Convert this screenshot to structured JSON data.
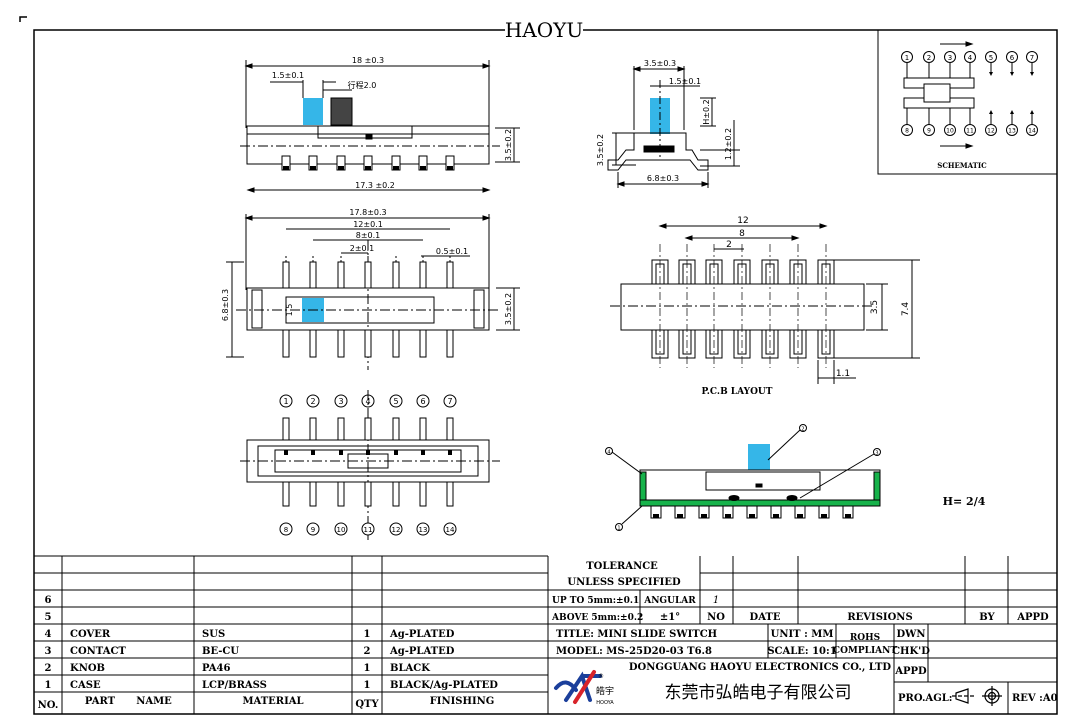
{
  "title": "HAOYU",
  "views": {
    "top": {
      "overall": "18 ±0.3",
      "knob_width": "1.5±0.1",
      "travel": "行程2.0",
      "height": "3.5±0.2",
      "bottom": "17.3 ±0.2"
    },
    "side": {
      "top_width": "3.5±0.3",
      "knob_width": "1.5±0.1",
      "knob_height": "H±0.2",
      "body_height": "3.5±0.2",
      "pin_height": "1.2±0.2",
      "bottom_width": "6.8±0.3"
    },
    "front": {
      "overall": "17.8±0.3",
      "span_12": "12±0.1",
      "span_8": "8±0.1",
      "pitch": "2±0.1",
      "pin_width": "0.5±0.1",
      "height_left": "6.8±0.3",
      "knob_small": "1.5",
      "height_right": "3.5±0.2"
    },
    "pcb": {
      "title": "P.C.B LAYOUT",
      "span_12": "12",
      "span_8": "8",
      "pitch": "2",
      "height_35": "3.5",
      "height_74": "7.4",
      "pad_11": "1.1"
    },
    "pin_numbers_top": [
      "1",
      "2",
      "3",
      "4",
      "5",
      "6",
      "7"
    ],
    "pin_numbers_bottom": [
      "8",
      "9",
      "10",
      "11",
      "12",
      "13",
      "14"
    ],
    "callouts": [
      "1",
      "2",
      "3",
      "4"
    ],
    "h_note": "H= 2/4"
  },
  "schematic": {
    "label": "SCHEMATIC",
    "top": [
      "1",
      "2",
      "3",
      "4",
      "5",
      "6",
      "7"
    ],
    "bottom": [
      "8",
      "9",
      "10",
      "11",
      "12",
      "13",
      "14"
    ]
  },
  "bom": {
    "rows": [
      {
        "no": "6",
        "part": "",
        "material": "",
        "qty": "",
        "finish": ""
      },
      {
        "no": "5",
        "part": "",
        "material": "",
        "qty": "",
        "finish": ""
      },
      {
        "no": "4",
        "part": "COVER",
        "material": "SUS",
        "qty": "1",
        "finish": "Ag-PLATED"
      },
      {
        "no": "3",
        "part": "CONTACT",
        "material": "BE-CU",
        "qty": "2",
        "finish": "Ag-PLATED"
      },
      {
        "no": "2",
        "part": "KNOB",
        "material": "PA46",
        "qty": "1",
        "finish": "BLACK"
      },
      {
        "no": "1",
        "part": "CASE",
        "material": "LCP/BRASS",
        "qty": "1",
        "finish": "BLACK/Ag-PLATED"
      }
    ],
    "header": {
      "no": "NO.",
      "part1": "PART",
      "part2": "NAME",
      "material": "MATERIAL",
      "qty": "QTY",
      "finish": "FINISHING"
    }
  },
  "tolerance": {
    "title": "TOLERANCE",
    "subtitle": "UNLESS   SPECIFIED",
    "up_to": "UP TO 5mm:±0.1",
    "above": "ABOVE 5mm:±0.2",
    "angular_label": "ANGULAR",
    "angular": "±1°",
    "revision_no": "1"
  },
  "revisions": {
    "no": "NO",
    "date": "DATE",
    "revisions": "REVISIONS",
    "by": "BY",
    "appd": "APPD"
  },
  "title_block": {
    "title": "TITLE: MINI SLIDE SWITCH",
    "model": "MODEL: MS-25D20-03 T6.8",
    "unit": "UNIT : MM",
    "scale": "SCALE: 10:1",
    "rohs": "ROHS",
    "compliant": "COMPLIANT",
    "dwn": "DWN",
    "chkd": "CHK'D",
    "appd": "APPD",
    "company_en": "DONGGUANG HAOYU ELECTRONICS CO., LTD",
    "company_cn": "东莞市弘皓电子有限公司",
    "logo_cn": "皓宇",
    "logo_en": "HOOYA",
    "logo_mark": "®",
    "proagl": "PRO.AGL:",
    "rev": "REV :A0"
  }
}
